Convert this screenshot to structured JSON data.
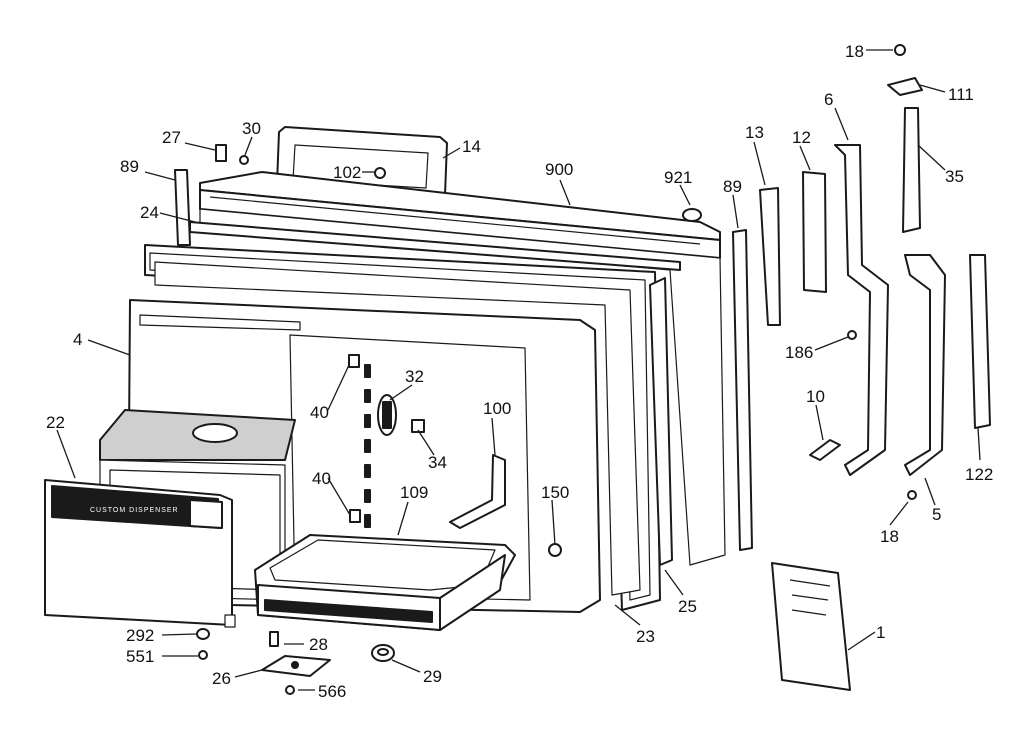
{
  "callouts": {
    "c18a": "18",
    "c111": "111",
    "c6": "6",
    "c35": "35",
    "c13": "13",
    "c12": "12",
    "c900": "900",
    "c921": "921",
    "c89a": "89",
    "c89b": "89",
    "c27": "27",
    "c30": "30",
    "c14": "14",
    "c102": "102",
    "c24": "24",
    "c4": "4",
    "c186": "186",
    "c32": "32",
    "c40a": "40",
    "c40b": "40",
    "c10": "10",
    "c100": "100",
    "c34": "34",
    "c22": "22",
    "c109": "109",
    "c150": "150",
    "c122": "122",
    "c5": "5",
    "c18b": "18",
    "c292": "292",
    "c551": "551",
    "c28": "28",
    "c26": "26",
    "c566": "566",
    "c29": "29",
    "c23": "23",
    "c25": "25",
    "c1": "1"
  },
  "dispenser_panel_text": "CUSTOM DISPENSER"
}
